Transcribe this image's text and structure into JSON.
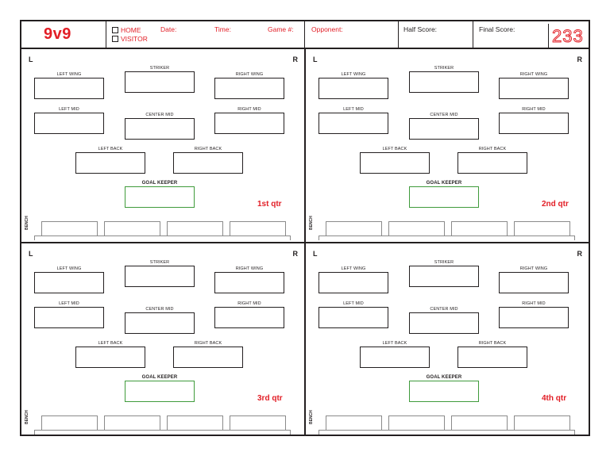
{
  "header": {
    "title": "9v9",
    "home_label": "HOME",
    "visitor_label": "VISITOR",
    "date_label": "Date:",
    "time_label": "Time:",
    "game_label": "Game #:",
    "opponent_label": "Opponent:",
    "half_score_label": "Half Score:",
    "final_score_label": "Final Score:",
    "game_number": "233"
  },
  "field": {
    "left": "L",
    "right": "R",
    "bench": "BENCH",
    "positions": {
      "left_wing": "LEFT WING",
      "striker": "STRIKER",
      "right_wing": "RIGHT WING",
      "left_mid": "LEFT MID",
      "center_mid": "CENTER MID",
      "right_mid": "RIGHT MID",
      "left_back": "LEFT BACK",
      "right_back": "RIGHT BACK",
      "goal_keeper": "GOAL KEEPER"
    }
  },
  "quarters": [
    "1st qtr",
    "2nd qtr",
    "3rd qtr",
    "4th qtr"
  ],
  "colors": {
    "accent": "#e21e26",
    "keeper": "#3f9b3b",
    "ink": "#231f20"
  }
}
